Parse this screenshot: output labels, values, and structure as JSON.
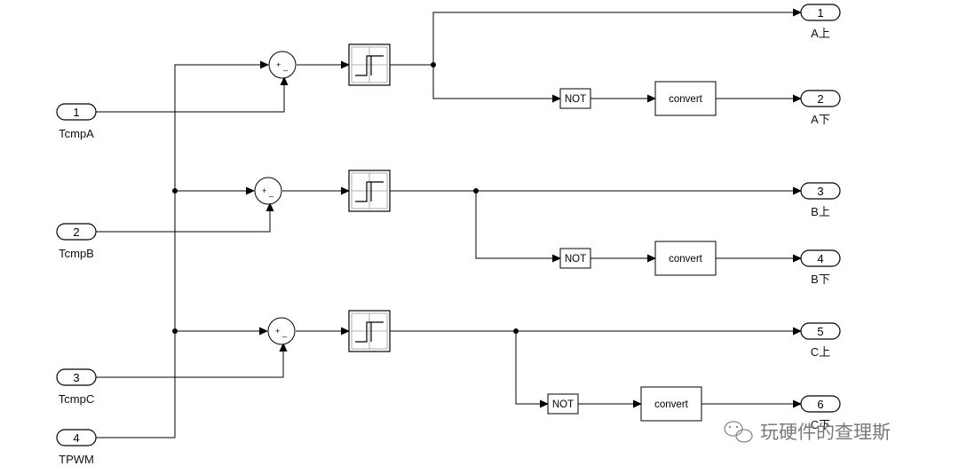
{
  "inports": [
    {
      "number": "1",
      "name": "TcmpA"
    },
    {
      "number": "2",
      "name": "TcmpB"
    },
    {
      "number": "3",
      "name": "TcmpC"
    },
    {
      "number": "4",
      "name": "TPWM"
    }
  ],
  "outports": [
    {
      "number": "1",
      "name": "A上"
    },
    {
      "number": "2",
      "name": "A下"
    },
    {
      "number": "3",
      "name": "B上"
    },
    {
      "number": "4",
      "name": "B下"
    },
    {
      "number": "5",
      "name": "C上"
    },
    {
      "number": "6",
      "name": "C下"
    }
  ],
  "sum_signs": {
    "plus": "+",
    "minus": "_"
  },
  "not_label": "NOT",
  "convert_label": "convert",
  "watermark": "玩硬件的查理斯"
}
